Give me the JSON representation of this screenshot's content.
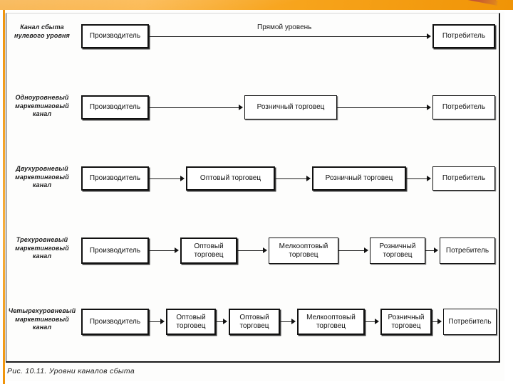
{
  "slide": {
    "accent_orange": "#f5a01e",
    "accent_purple": "#8d2f5e",
    "background": "#ffffff"
  },
  "figure": {
    "caption": "Рис. 10.11. Уровни каналов сбыта",
    "rows": [
      {
        "label": "Канал сбыта нулевого уровня",
        "edge_label": "Прямой уровень",
        "nodes": [
          "Производитель",
          "Потребитель"
        ]
      },
      {
        "label": "Одноуровневый маркетинговый канал",
        "edge_label": "",
        "nodes": [
          "Производитель",
          "Розничный торговец",
          "Потребитель"
        ]
      },
      {
        "label": "Двухуровневый маркетинговый канал",
        "edge_label": "",
        "nodes": [
          "Производитель",
          "Оптовый торговец",
          "Розничный торговец",
          "Потребитель"
        ]
      },
      {
        "label": "Трехуровневый маркетинговый канал",
        "edge_label": "",
        "nodes": [
          "Производитель",
          "Оптовый торговец",
          "Мелкооптовый торговец",
          "Розничный торговец",
          "Потребитель"
        ]
      },
      {
        "label": "Четырехуровневый маркетинговый канал",
        "edge_label": "",
        "nodes": [
          "Производитель",
          "Оптовый торговец",
          "Оптовый торговец",
          "Мелкооптовый торговец",
          "Розничный торговец",
          "Потребитель"
        ]
      }
    ]
  }
}
